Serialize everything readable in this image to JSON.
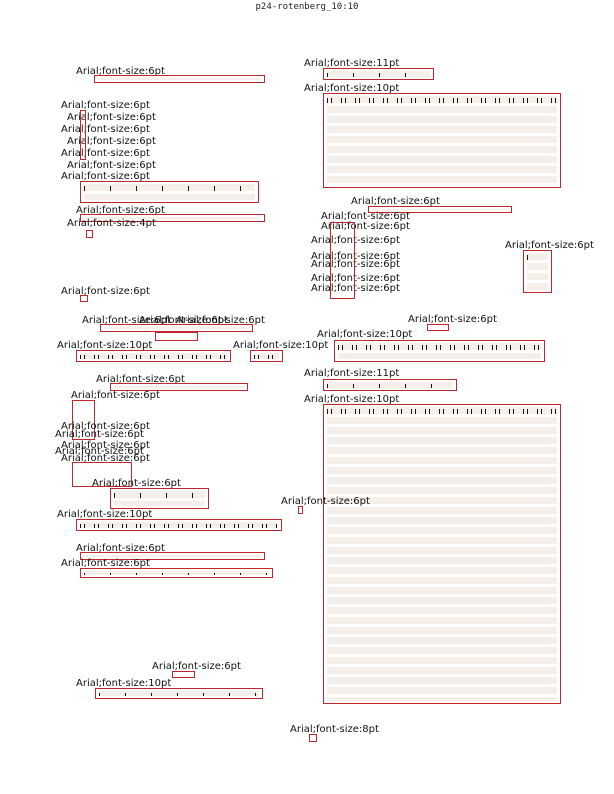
{
  "page": {
    "title": "p24-rotenberg_10:10"
  },
  "labels": {
    "l6": "Arial;font-size:6pt",
    "l11": "Arial;font-size:11pt",
    "l10": "Arial;font-size:10pt",
    "l4": "Arial;font-size:4pt",
    "l8": "Arial;font-size:8pt"
  }
}
